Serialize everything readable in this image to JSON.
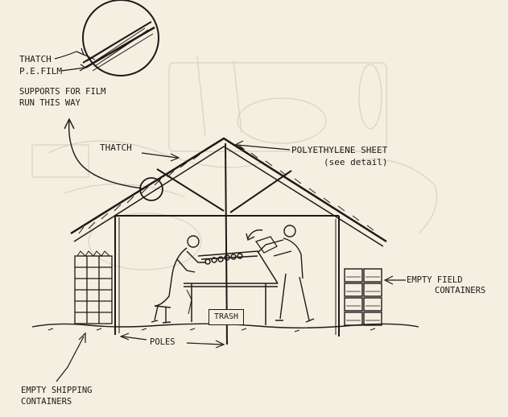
{
  "labels": {
    "thatch_detail": "THATCH",
    "pe_film": "P.E.FILM",
    "supports_line1": "SUPPORTS FOR FILM",
    "supports_line2": "RUN THIS WAY",
    "thatch_roof": "THATCH",
    "poly_line1": "POLYETHYLENE SHEET",
    "poly_line2": "(see detail)",
    "trash": "TRASH",
    "empty_field_line1": "EMPTY FIELD",
    "empty_field_line2": "CONTAINERS",
    "poles": "POLES",
    "empty_shipping_line1": "EMPTY SHIPPING",
    "empty_shipping_line2": "CONTAINERS"
  },
  "colors": {
    "ink": "#1b1a18",
    "paper": "#f4efe1",
    "faint_background_print": "#cfc8b8"
  }
}
